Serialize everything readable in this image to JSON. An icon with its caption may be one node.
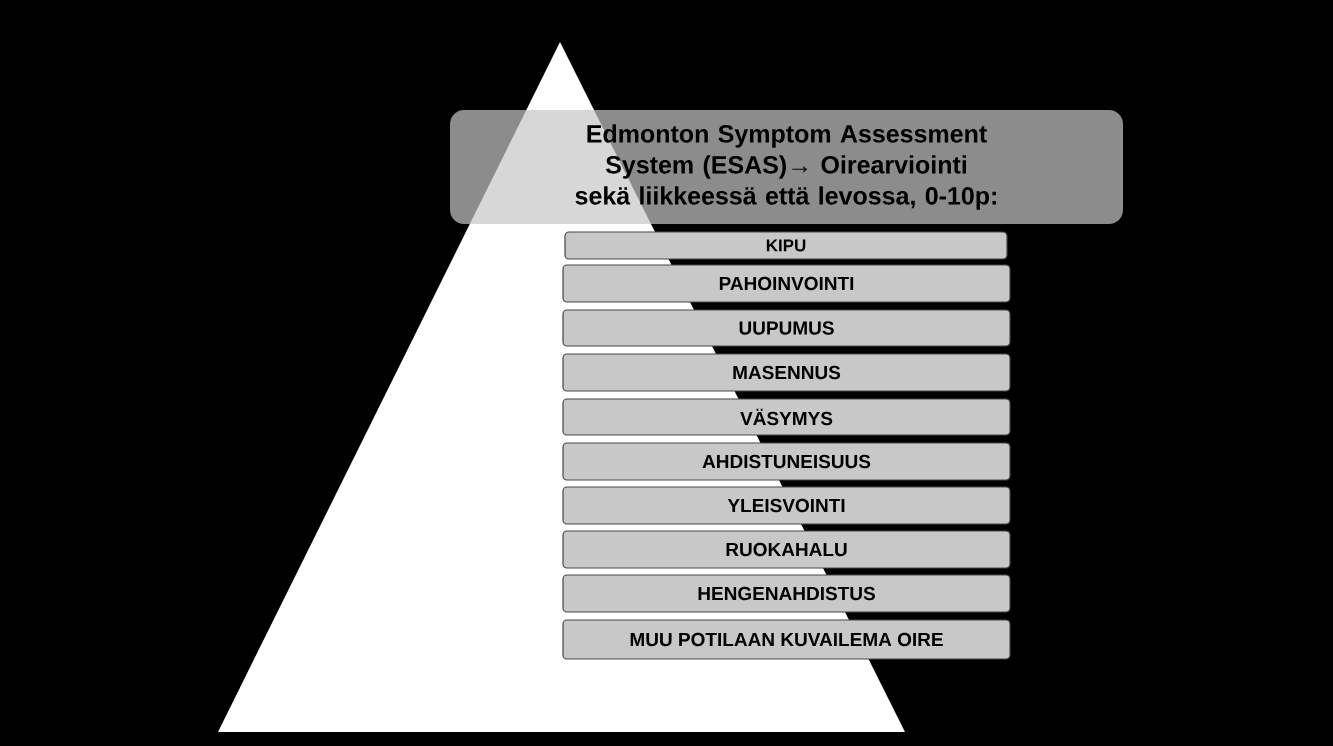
{
  "diagram": {
    "nodes": [
      {
        "text": [
          "Edmonton Symptom Assessment System (ESAS)→ Oirearviointi sekä liikkeessä että levossa, 0-10p:"
        ]
      },
      {
        "text": [
          "KIPU"
        ]
      },
      {
        "text": [
          "PAHOINVOINTI"
        ]
      },
      {
        "text": [
          "UUPUMUS"
        ]
      },
      {
        "text": [
          "MASENNUS"
        ]
      },
      {
        "text": [
          "VÄSYMYS"
        ]
      },
      {
        "text": [
          "AHDISTUNEISUUS"
        ]
      },
      {
        "text": [
          "YLEISVOINTI"
        ]
      },
      {
        "text": [
          "RUOKAHALU"
        ]
      },
      {
        "text": [
          "HENGENAHDISTUS"
        ]
      },
      {
        "text": [
          "MUU POTILAAN KUVAILEMA OIRE"
        ]
      }
    ]
  }
}
